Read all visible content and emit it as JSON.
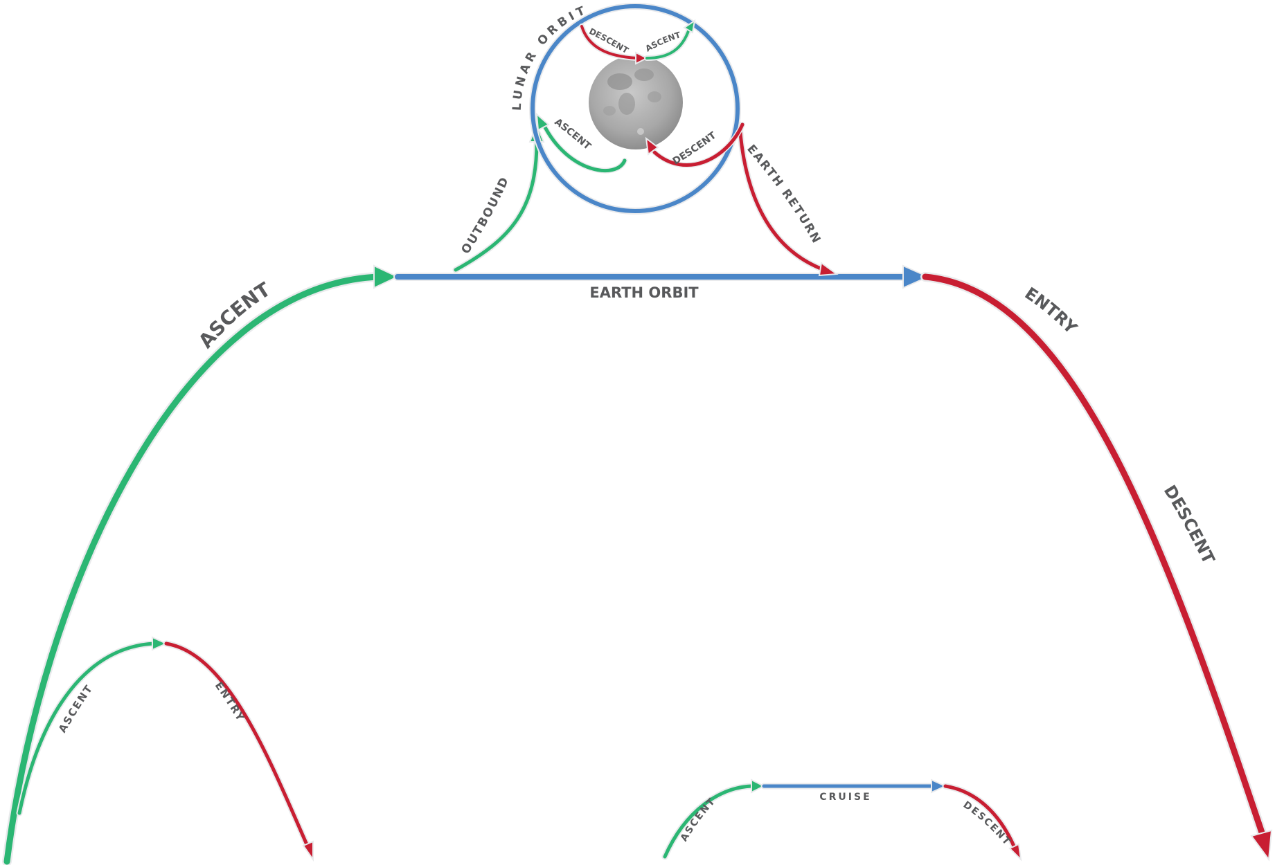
{
  "colors": {
    "ascent": "#2bb673",
    "descent": "#c81e32",
    "orbit": "#4a86c8",
    "label": "#58595b"
  },
  "icons": {
    "moon": "moon-icon"
  },
  "labels": {
    "main_ascent": "ASCENT",
    "earth_orbit": "EARTH ORBIT",
    "main_entry": "ENTRY",
    "main_descent": "DESCENT",
    "outbound": "OUTBOUND",
    "earth_return": "EARTH RETURN",
    "lunar_orbit": "LUNAR ORBIT",
    "lunar_top_descent": "DESCENT",
    "lunar_top_ascent": "ASCENT",
    "lunar_inner_ascent": "ASCENT",
    "lunar_inner_descent": "DESCENT",
    "sub_ascent": "ASCENT",
    "sub_entry": "ENTRY",
    "cruise_ascent": "ASCENT",
    "cruise": "CRUISE",
    "cruise_descent": "DESCENT"
  }
}
